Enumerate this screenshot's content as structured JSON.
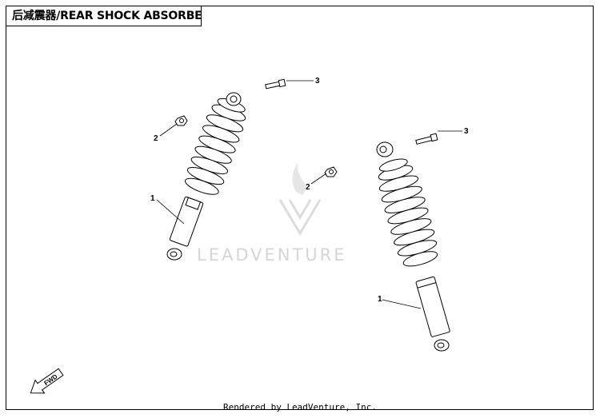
{
  "title": "后减震器/REAR SHOCK ABSORBER",
  "callouts": [
    {
      "id": "left-shock",
      "label": "1"
    },
    {
      "id": "left-nut",
      "label": "2"
    },
    {
      "id": "left-bolt",
      "label": "3"
    },
    {
      "id": "right-shock",
      "label": "1"
    },
    {
      "id": "right-nut",
      "label": "2"
    },
    {
      "id": "right-bolt",
      "label": "3"
    }
  ],
  "fwd_label": "FWD",
  "watermark": "LEADVENTURE",
  "footer": "Rendered by LeadVenture, Inc."
}
